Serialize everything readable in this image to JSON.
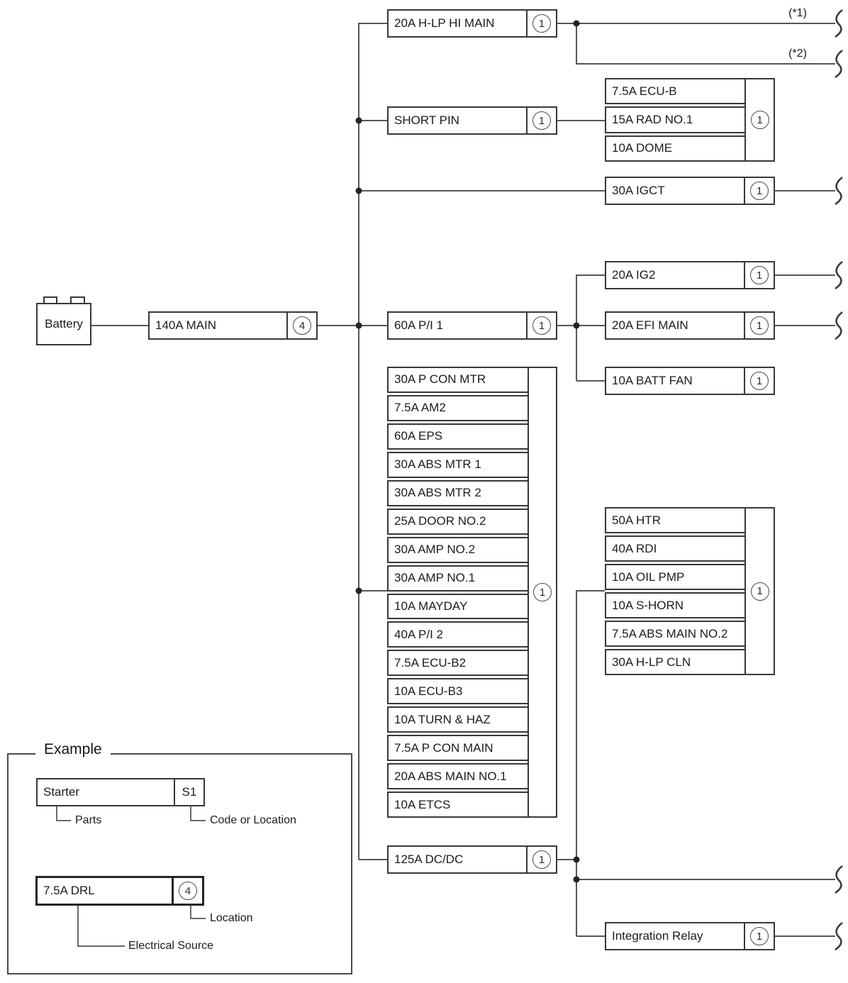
{
  "diagram": {
    "battery_label": "Battery",
    "main_fuse": {
      "label": "140A MAIN",
      "marker": "4"
    },
    "hlp_hi_main": {
      "label": "20A H-LP HI MAIN",
      "marker": "1"
    },
    "out1_label": "(*1)",
    "out2_label": "(*2)",
    "short_pin": {
      "label": "SHORT PIN",
      "marker": "1"
    },
    "ecu_group": {
      "marker": "1",
      "items": [
        "7.5A ECU-B",
        "15A RAD NO.1",
        "10A DOME"
      ]
    },
    "igct": {
      "label": "30A IGCT",
      "marker": "1"
    },
    "pi1": {
      "label": "60A P/I 1",
      "marker": "1"
    },
    "ig2": {
      "label": "20A IG2",
      "marker": "1"
    },
    "efi_main": {
      "label": "20A EFI MAIN",
      "marker": "1"
    },
    "batt_fan": {
      "label": "10A BATT FAN",
      "marker": "1"
    },
    "fuse_list": {
      "marker": "1",
      "items": [
        "30A P CON MTR",
        "7.5A AM2",
        "60A EPS",
        "30A ABS MTR 1",
        "30A ABS MTR 2",
        "25A DOOR NO.2",
        "30A AMP NO.2",
        "30A AMP NO.1",
        "10A MAYDAY",
        "40A P/I 2",
        "7.5A ECU-B2",
        "10A ECU-B3",
        "10A TURN & HAZ",
        "7.5A P CON MAIN",
        "20A ABS MAIN NO.1",
        "10A ETCS"
      ]
    },
    "htr_group": {
      "marker": "1",
      "items": [
        "50A HTR",
        "40A RDI",
        "10A OIL PMP",
        "10A S-HORN",
        "7.5A ABS MAIN NO.2",
        "30A H-LP CLN"
      ]
    },
    "dcdc": {
      "label": "125A DC/DC",
      "marker": "1"
    },
    "integration_relay": {
      "label": "Integration Relay",
      "marker": "1"
    }
  },
  "example": {
    "title": "Example",
    "starter": {
      "label": "Starter",
      "code": "S1"
    },
    "parts_label": "Parts",
    "code_label": "Code or Location",
    "drl": {
      "label": "7.5A DRL",
      "marker": "4"
    },
    "location_label": "Location",
    "source_label": "Electrical Source"
  },
  "colors": {
    "wire": "#565656",
    "border": "#383838",
    "text": "#1c1c1c",
    "background": "#ffffff"
  }
}
